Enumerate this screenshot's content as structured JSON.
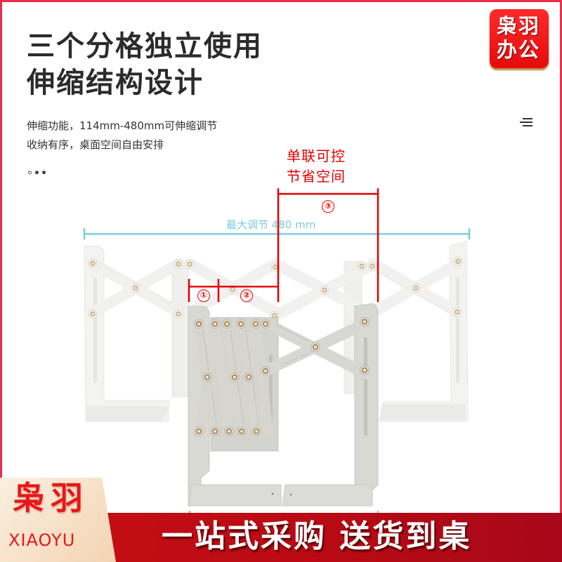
{
  "header": {
    "title_lines": [
      "三个分格独立使用",
      "伸缩结构设计"
    ]
  },
  "brand_badge": {
    "lines": [
      "枭羽",
      "办公"
    ],
    "color": "#e40b0b"
  },
  "description": {
    "lines": [
      "伸缩功能，114mm-480mm可伸缩调节",
      "收纳有序，桌面空间自由安排"
    ]
  },
  "carousel": {
    "dots": 3,
    "active_index": 0
  },
  "menu_icon": "menu-lines-icon",
  "product": {
    "callout_label_lines": [
      "单联可控",
      "节省空间"
    ],
    "max_adjust_label": "最大调节 480 mm",
    "segment_markers": [
      "①",
      "②",
      "③"
    ],
    "measure_color": "#7ccbdb",
    "callout_color": "#e30000"
  },
  "footer": {
    "slogan": "一站式采购  送货到桌",
    "logo_cn": "枭羽",
    "logo_en": "XIAOYU",
    "bar_color": "#c80f14"
  },
  "accent_color": "#ef2b4a"
}
